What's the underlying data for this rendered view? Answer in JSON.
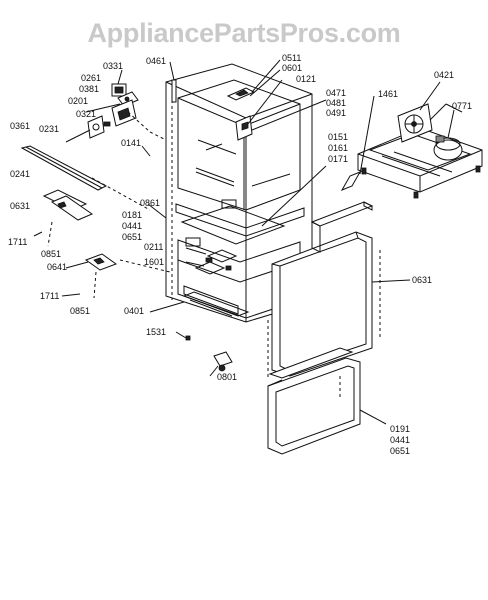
{
  "watermark": "AppliancePartsPros.com",
  "callouts": {
    "c0331": "0331",
    "c0261": "0261",
    "c0381a": "0381",
    "c0201": "0201",
    "c0321": "0321",
    "c0231": "0231",
    "c0141": "0141",
    "c0361": "0361",
    "c0241": "0241",
    "c0631a": "0631",
    "c1711a": "1711",
    "c0851a": "0851",
    "c0641": "0641",
    "c1711b": "1711",
    "c0851b": "0851",
    "c0461": "0461",
    "c0511": "0511",
    "c0601": "0601",
    "c0121": "0121",
    "c0471": "0471",
    "c0481": "0481",
    "c0491": "0491",
    "c1461": "1461",
    "c0421": "0421",
    "c0771": "0771",
    "c0151": "0151",
    "c0161": "0161",
    "c0171": "0171",
    "c0861": "0861",
    "c0181a": "0181",
    "c0441a": "0441",
    "c0651a": "0651",
    "c0211": "0211",
    "c1601": "1601",
    "c0401": "0401",
    "c1531": "1531",
    "c0801": "0801",
    "c0631b": "0631",
    "c0191": "0191",
    "c0441b": "0441",
    "c0651b": "0651"
  }
}
